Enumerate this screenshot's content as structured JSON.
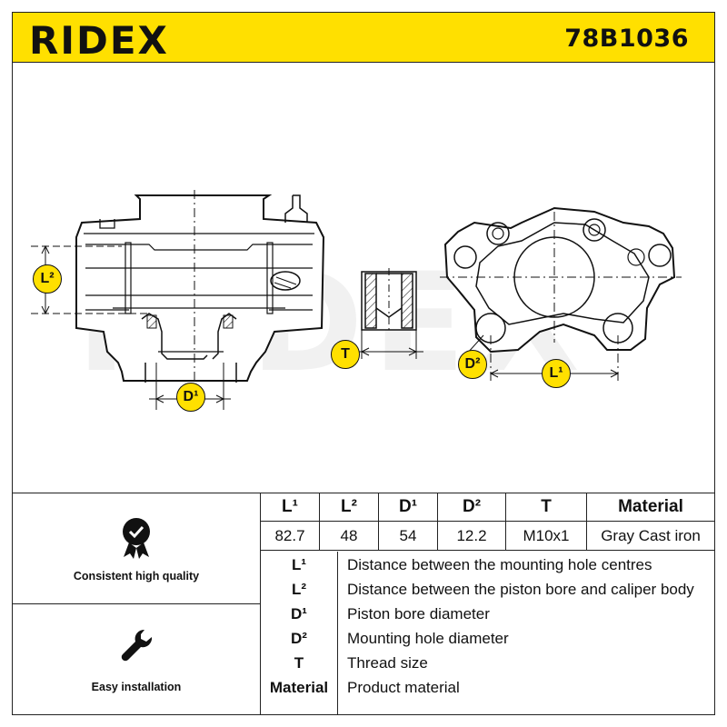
{
  "header": {
    "brand": "RIDEX",
    "part_number": "78B1036"
  },
  "drawing": {
    "watermark": "RIDEX",
    "labels": {
      "L2": "L²",
      "D1": "D¹",
      "T": "T",
      "D2": "D²",
      "L1": "L¹"
    },
    "label_bg": "#ffe000"
  },
  "features": [
    {
      "label": "Consistent high quality",
      "icon": "quality-badge-icon"
    },
    {
      "label": "Easy installation",
      "icon": "wrench-icon"
    }
  ],
  "spec_table": {
    "headers": [
      "L¹",
      "L²",
      "D¹",
      "D²",
      "T",
      "Material"
    ],
    "values": [
      "82.7",
      "48",
      "54",
      "12.2",
      "M10x1",
      "Gray Cast iron"
    ]
  },
  "legend": [
    {
      "key": "L¹",
      "desc": "Distance between the mounting hole centres"
    },
    {
      "key": "L²",
      "desc": "Distance between the piston bore and caliper body"
    },
    {
      "key": "D¹",
      "desc": "Piston bore diameter"
    },
    {
      "key": "D²",
      "desc": "Mounting hole diameter"
    },
    {
      "key": "T",
      "desc": "Thread size"
    },
    {
      "key": "Material",
      "desc": "Product material"
    }
  ],
  "colors": {
    "accent": "#ffe000",
    "line": "#222222"
  }
}
